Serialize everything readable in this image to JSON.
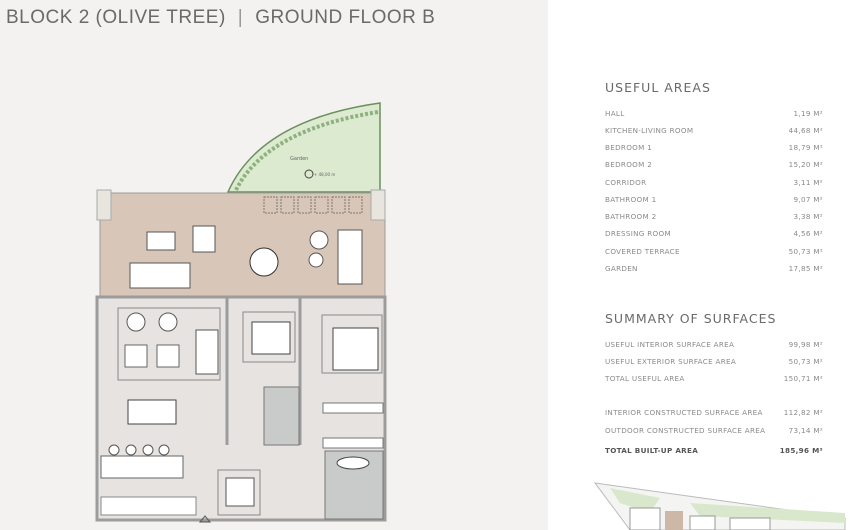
{
  "header": {
    "block": "BLOCK 2 (OLIVE TREE)",
    "separator": "|",
    "floor": "GROUND FLOOR B"
  },
  "plan": {
    "garden_label": "Garden",
    "level_label": "+ 48,00 m",
    "colors": {
      "terrace": "#d8c7b9",
      "garden": "#dcead0",
      "interior": "#e6e3e0",
      "wet": "#c9cbca",
      "wall": "#9c9c9c"
    }
  },
  "useful_areas": {
    "title": "USEFUL AREAS",
    "rows": [
      {
        "label": "HALL",
        "value": "1,19 M²"
      },
      {
        "label": "KITCHEN-LIVING ROOM",
        "value": "44,68 M²"
      },
      {
        "label": "BEDROOM 1",
        "value": "18,79 M²"
      },
      {
        "label": "BEDROOM 2",
        "value": "15,20 M²"
      },
      {
        "label": "CORRIDOR",
        "value": "3,11 M²"
      },
      {
        "label": "BATHROOM 1",
        "value": "9,07 M²"
      },
      {
        "label": "BATHROOM 2",
        "value": "3,38 M²"
      },
      {
        "label": "DRESSING ROOM",
        "value": "4,56 M²"
      },
      {
        "label": "COVERED TERRACE",
        "value": "50,73 M²"
      },
      {
        "label": "GARDEN",
        "value": "17,85 M²"
      }
    ]
  },
  "summary": {
    "title": "SUMMARY OF SURFACES",
    "rows": [
      {
        "label": "USEFUL INTERIOR SURFACE AREA",
        "value": "99,98 M²"
      },
      {
        "label": "USEFUL EXTERIOR SURFACE AREA",
        "value": "50,73 M²"
      },
      {
        "label": "TOTAL USEFUL AREA",
        "value": "150,71 M²"
      },
      {
        "label": "INTERIOR CONSTRUCTED SURFACE AREA",
        "value": "112,82 M²"
      },
      {
        "label": "OUTDOOR CONSTRUCTED SURFACE AREA",
        "value": "73,14 M²"
      },
      {
        "label": "TOTAL BUILT-UP AREA",
        "value": "185,96 M²"
      }
    ]
  }
}
